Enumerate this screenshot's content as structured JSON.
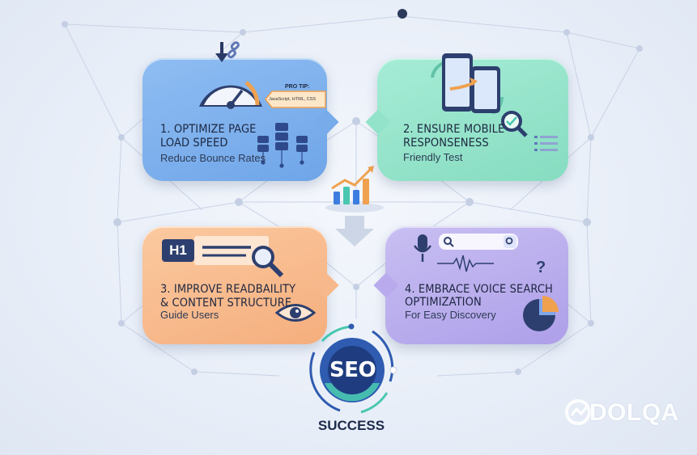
{
  "steps": [
    {
      "title_line1": "1. OPTIMIZE PAGE",
      "title_line2": "LOAD SPEED",
      "subtitle": "Reduce Bounce Rates",
      "color": "#7aaaea"
    },
    {
      "title_line1": "2. ENSURE MOBILE",
      "title_line2": "RESPONSENESS",
      "subtitle": "Friendly Test",
      "color": "#92e0c6"
    },
    {
      "title_line1": "3. IMPROVE READBAILITY",
      "title_line2": "& CONTENT STRUCTURE",
      "subtitle": "Guide Users",
      "color": "#f7b88b"
    },
    {
      "title_line1": "4. EMBRACE VOICE SEARCH",
      "title_line2": "OPTIMIZATION",
      "subtitle": "For Easy Discovery",
      "color": "#b8aaed"
    }
  ],
  "pro_tip": {
    "label": "PRO TIP:",
    "text": "JavaScript, HTML, CSS"
  },
  "heading_badge": "H1",
  "center": {
    "badge": "SEO",
    "label": "SUCCESS"
  },
  "brand": "DOLQA",
  "accent_colors": {
    "navy": "#1d2a4a",
    "seo_ring": "#2f5bb0",
    "teal": "#49c7b0",
    "orange": "#f0a14f"
  }
}
